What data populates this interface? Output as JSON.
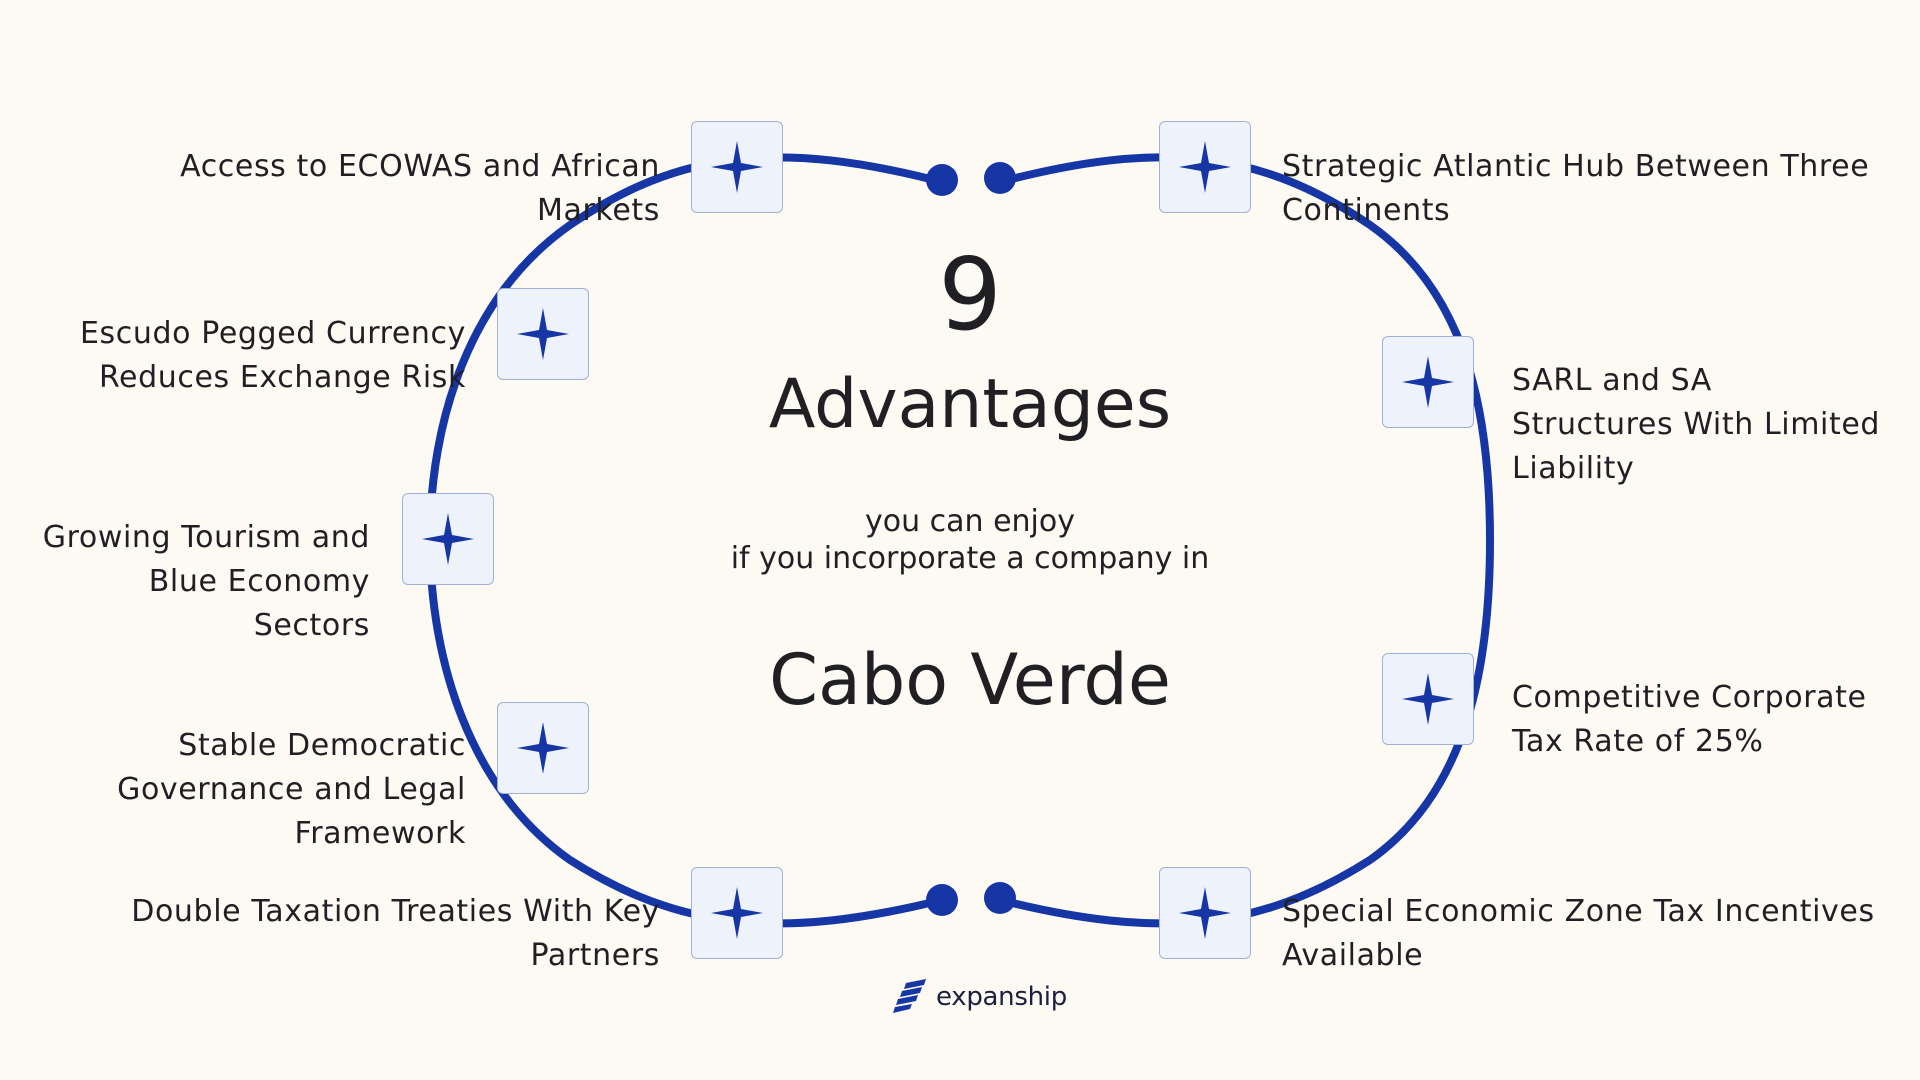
{
  "center": {
    "number": "9",
    "heading": "Advantages",
    "subtitle_line1": "you can enjoy",
    "subtitle_line2": "if you incorporate a company in",
    "country": "Cabo Verde"
  },
  "advantages": [
    {
      "line1": "Access to ECOWAS and African",
      "line2": "Markets"
    },
    {
      "line1": "Escudo Pegged Currency",
      "line2": "Reduces Exchange Risk"
    },
    {
      "line1": "Growing Tourism and",
      "line2": "Blue Economy",
      "line3": "Sectors"
    },
    {
      "line1": "Stable Democratic",
      "line2": "Governance and Legal",
      "line3": "Framework"
    },
    {
      "line1": "Double Taxation Treaties With Key",
      "line2": "Partners"
    },
    {
      "line1": "Strategic Atlantic Hub Between Three",
      "line2": "Continents"
    },
    {
      "line1": "SARL and SA",
      "line2": "Structures With Limited",
      "line3": "Liability"
    },
    {
      "line1": "Competitive Corporate",
      "line2": "Tax Rate of 25%"
    },
    {
      "line1": "Special Economic Zone Tax Incentives",
      "line2": "Available"
    }
  ],
  "node_icon": "four-point-star-icon",
  "logo": {
    "icon": "expanship-logo-icon",
    "text": "expanship"
  },
  "colors": {
    "background": "#fdfaf3",
    "ring": "#1736a6",
    "accent": "#1736a6",
    "node_fill": "#eef2fb",
    "text": "#1f1f24"
  }
}
